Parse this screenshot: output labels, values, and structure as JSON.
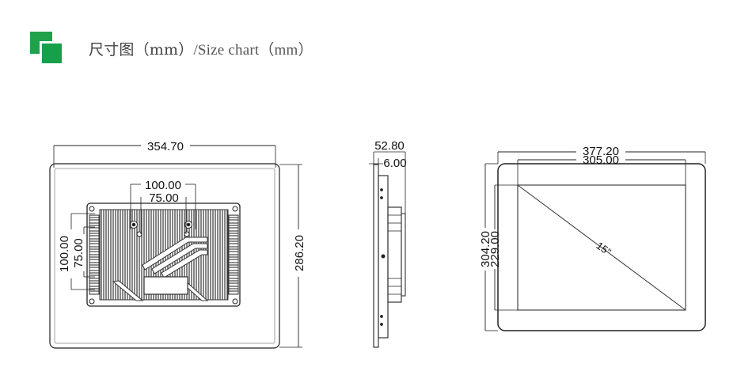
{
  "header": {
    "title_cn": "尺寸图（mm）",
    "title_en": "/Size chart（mm）",
    "accent_color": "#1fa34a"
  },
  "rear_view": {
    "width": "354.70",
    "height": "286.20",
    "hole_spacing_h_outer": "100.00",
    "hole_spacing_h_inner": "75.00",
    "hole_spacing_v_outer": "100.00",
    "hole_spacing_v_inner": "75.00"
  },
  "side_view": {
    "depth": "52.80",
    "bezel": "6.00"
  },
  "front_view": {
    "width": "377.20",
    "display_width": "305.00",
    "height": "304.20",
    "display_height": "229.00",
    "diagonal": "15\""
  }
}
